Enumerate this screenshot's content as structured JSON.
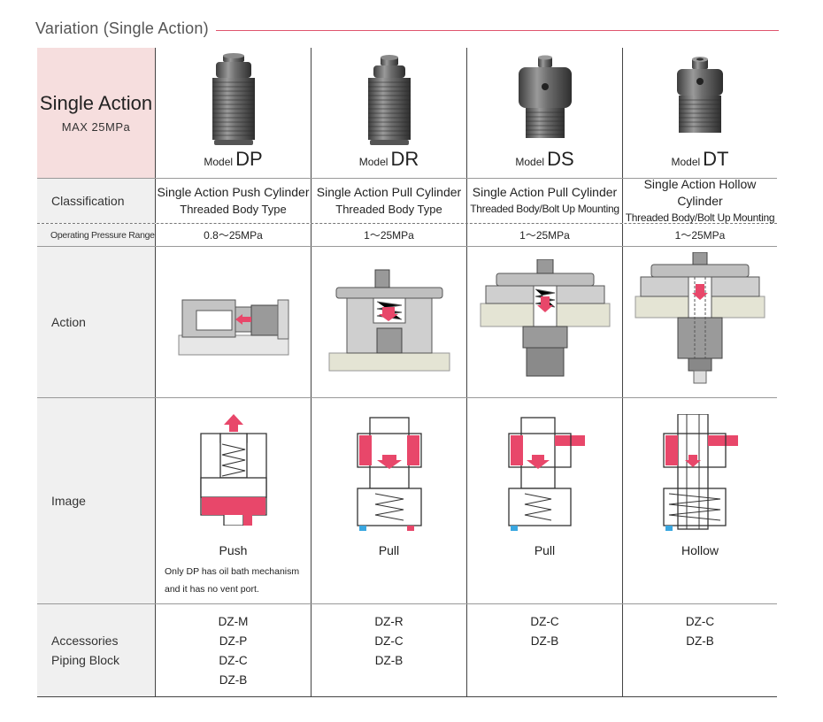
{
  "page_title": "Variation (Single Action)",
  "header": {
    "main": "Single Action",
    "sub": "MAX 25MPa",
    "model_prefix": "Model"
  },
  "models": [
    {
      "code": "DP",
      "class_line1": "Single Action Push Cylinder",
      "class_line2": "Threaded Body Type",
      "pressure": "0.8〜25MPa",
      "image_caption": "Push",
      "accessories": [
        "DZ-M",
        "DZ-P",
        "DZ-C",
        "DZ-B"
      ]
    },
    {
      "code": "DR",
      "class_line1": "Single Action Pull Cylinder",
      "class_line2": "Threaded Body Type",
      "pressure": "1〜25MPa",
      "image_caption": "Pull",
      "accessories": [
        "DZ-R",
        "DZ-C",
        "DZ-B"
      ]
    },
    {
      "code": "DS",
      "class_line1": "Single Action Pull Cylinder",
      "class_line2": "Threaded Body/Bolt Up Mounting",
      "pressure": "1〜25MPa",
      "image_caption": "Pull",
      "accessories": [
        "DZ-C",
        "DZ-B"
      ]
    },
    {
      "code": "DT",
      "class_line1": "Single Action Hollow Cylinder",
      "class_line2": "Threaded Body/Bolt Up Mounting",
      "pressure": "1〜25MPa",
      "image_caption": "Hollow",
      "accessories": [
        "DZ-C",
        "DZ-B"
      ]
    }
  ],
  "row_labels": {
    "classification": "Classification",
    "pressure": "Operating Pressure Range",
    "action": "Action",
    "image": "Image",
    "accessories_line1": "Accessories",
    "accessories_line2": "Piping Block"
  },
  "note": {
    "line1": "Only DP has oil bath mechanism",
    "line2": "and it has no vent port."
  },
  "colors": {
    "accent_rule": "#e0556e",
    "header_pink": "#f6dede",
    "label_gray": "#f0f0f0",
    "oil_red": "#e8476a",
    "metal": "#7a7a7a",
    "vent_blue": "#3aa7e0"
  }
}
